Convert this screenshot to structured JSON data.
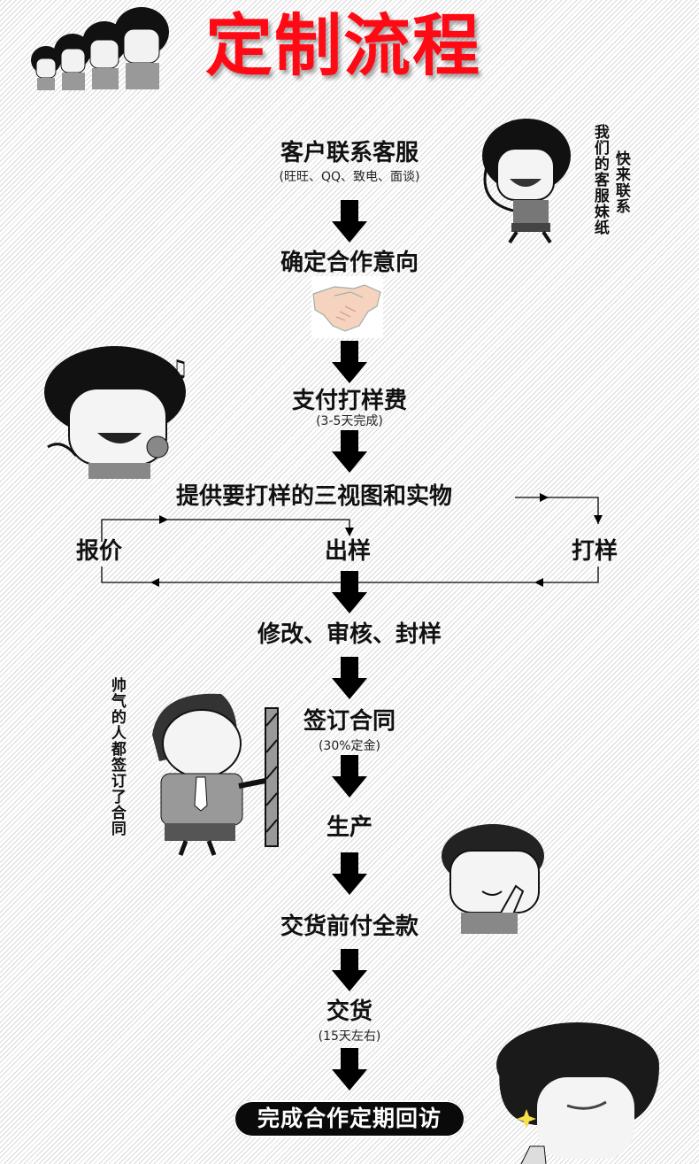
{
  "header": {
    "title": "定制流程",
    "title_color": "#ff0a14",
    "mascot_icon": "bowl-cut-mascot-group-icon"
  },
  "steps": [
    {
      "label": "客户联系客服",
      "note": "(旺旺、QQ、致电、面谈)"
    },
    {
      "label": "确定合作意向",
      "icon": "handshake-icon"
    },
    {
      "label": "支付打样费",
      "note": "(3-5天完成)"
    },
    {
      "label": "提供要打样的三视图和实物"
    },
    {
      "label": "修改、审核、封样"
    },
    {
      "label": "签订合同",
      "note": "(30%定金)"
    },
    {
      "label": "生产"
    },
    {
      "label": "交货前付全款"
    },
    {
      "label": "交货",
      "note": "(15天左右)"
    },
    {
      "label": "完成合作定期回访"
    }
  ],
  "loop": {
    "left": "报价",
    "center": "出样",
    "right": "打样"
  },
  "stickers": {
    "contact_col1": "快来联系",
    "contact_col2": "我们的客服妹纸",
    "contract": "帅气的人都签订了合同"
  }
}
